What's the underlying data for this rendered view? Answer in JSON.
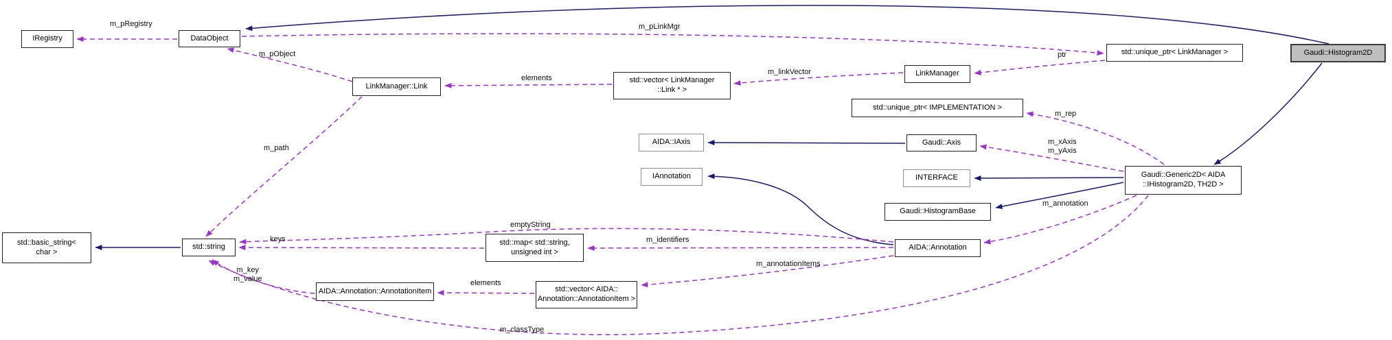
{
  "diagram_title": "Gaudi::Histogram2D collaboration graph",
  "colors": {
    "usage_edge": "#9a32cd",
    "inheritance_edge": "#191970",
    "highlight_fill": "#bfbfbf",
    "external_border": "#909090"
  },
  "nodes": {
    "iregistry": {
      "label": "IRegistry"
    },
    "dataobject": {
      "label": "DataObject"
    },
    "lmlink": {
      "label": "LinkManager::Link"
    },
    "vec_lmlink": {
      "label": "std::vector< LinkManager\n::Link * >"
    },
    "linkmanager": {
      "label": "LinkManager"
    },
    "uptr_lm": {
      "label": "std::unique_ptr< LinkManager >"
    },
    "histogram2d": {
      "label": "Gaudi::Histogram2D"
    },
    "uptr_impl": {
      "label": "std::unique_ptr< IMPLEMENTATION >"
    },
    "iaxis": {
      "label": "AIDA::IAxis"
    },
    "gaudiaxis": {
      "label": "Gaudi::Axis"
    },
    "iannotation": {
      "label": "IAnnotation"
    },
    "interface": {
      "label": "INTERFACE"
    },
    "histogrambase": {
      "label": "Gaudi::HistogramBase"
    },
    "generic2d": {
      "label": "Gaudi::Generic2D< AIDA\n::IHistogram2D, TH2D >"
    },
    "basicstring": {
      "label": "std::basic_string<\nchar >"
    },
    "stdstring": {
      "label": "std::string"
    },
    "stdmap": {
      "label": "std::map< std::string,\nunsigned int >"
    },
    "annotation": {
      "label": "AIDA::Annotation"
    },
    "annotationitem": {
      "label": "AIDA::Annotation::AnnotationItem"
    },
    "vec_item": {
      "label": "std::vector< AIDA::\nAnnotation::AnnotationItem >"
    }
  },
  "edge_labels": {
    "m_pRegistry": "m_pRegistry",
    "m_pObject": "m_pObject",
    "elements_top": "elements",
    "m_linkVector": "m_linkVector",
    "ptr": "ptr",
    "m_pLinkMgr": "m_pLinkMgr",
    "m_rep": "m_rep",
    "m_axes": "m_xAxis\nm_yAxis",
    "m_annotation": "m_annotation",
    "m_identifiers": "m_identifiers",
    "emptyString": "emptyString",
    "keys": "keys",
    "m_path": "m_path",
    "m_key_value": "m_key\nm_value",
    "elements_bottom": "elements",
    "m_annotationItems": "m_annotationItems",
    "m_classType": "m_classType"
  }
}
